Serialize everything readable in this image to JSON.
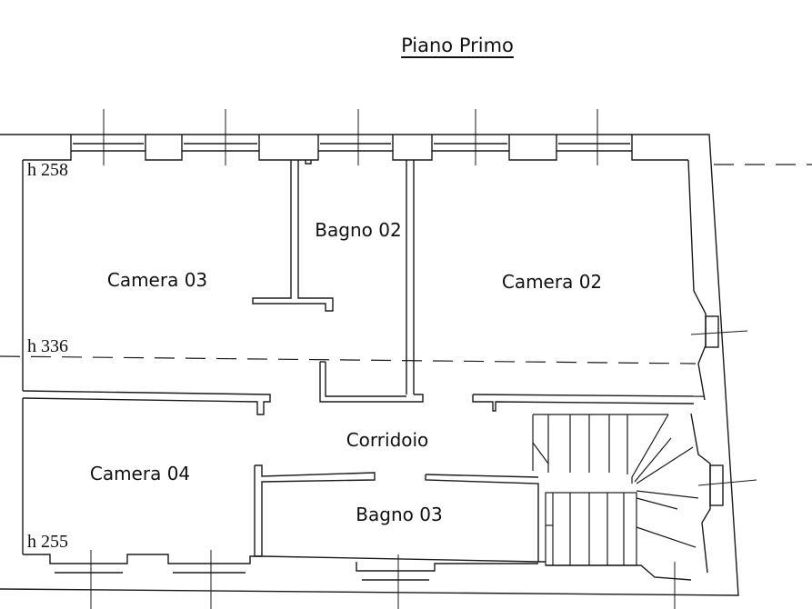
{
  "title": "Piano Primo",
  "rooms": {
    "camera_03": "Camera 03",
    "bagno_02": "Bagno 02",
    "camera_02": "Camera 02",
    "corridoio": "Corridoio",
    "camera_04": "Camera 04",
    "bagno_03": "Bagno 03"
  },
  "heights": {
    "h1": "h 258",
    "h2": "h 336",
    "h3": "h 255"
  }
}
